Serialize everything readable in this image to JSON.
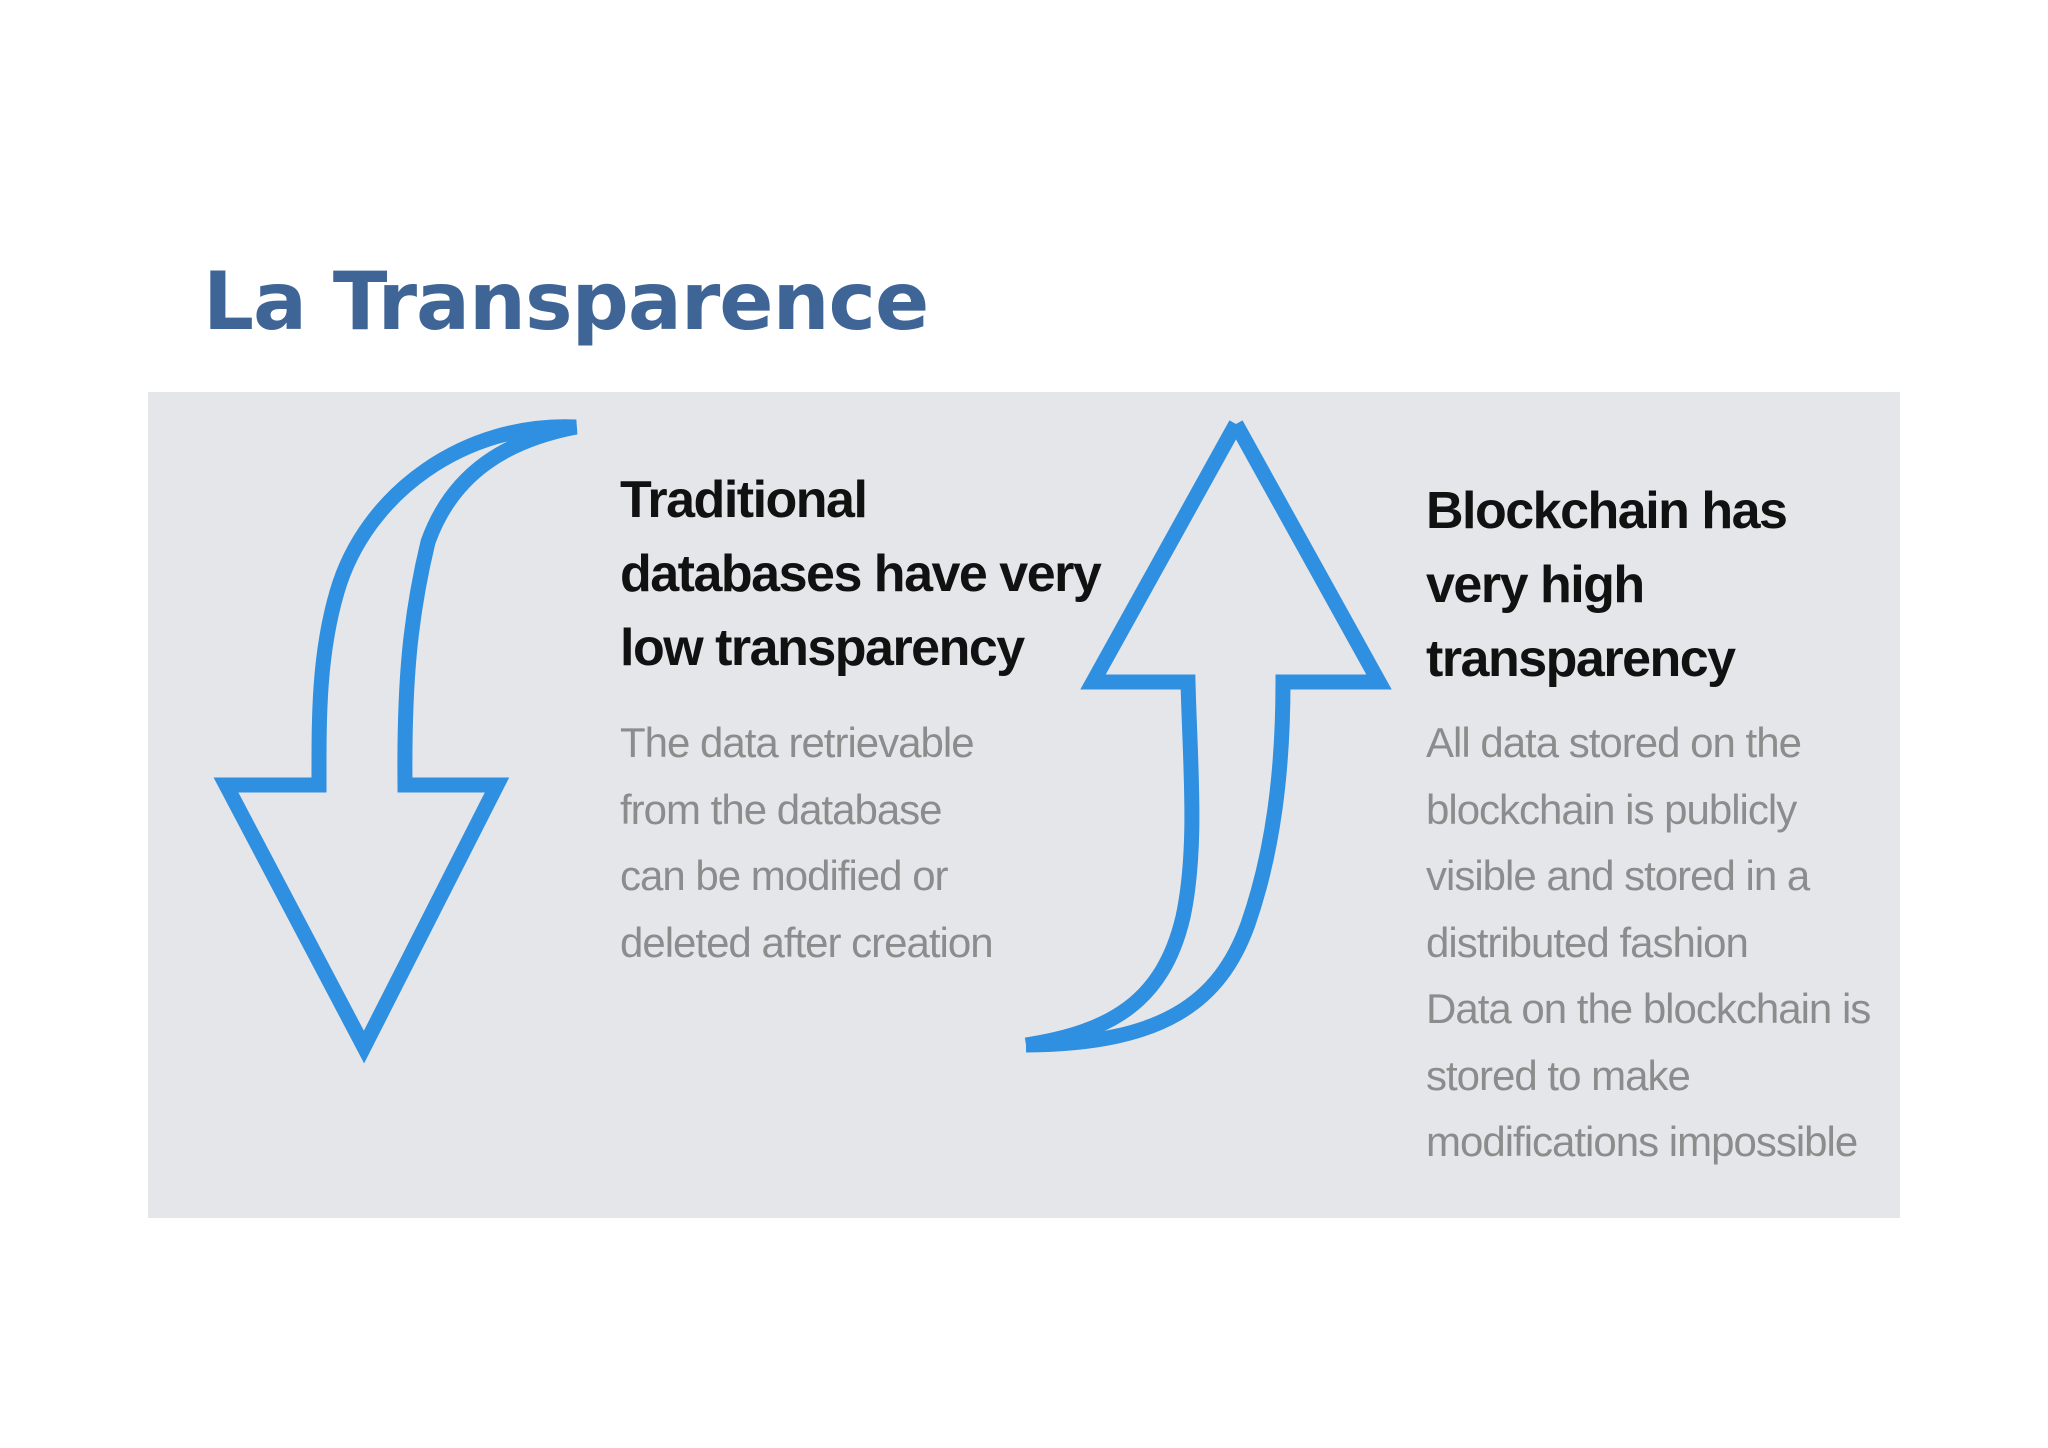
{
  "title": "La Transparence",
  "accent_color": "#2f8fe0",
  "title_color": "#3f6597",
  "traditional": {
    "heading": [
      "Traditional",
      "databases have very",
      "low transparency"
    ],
    "body": [
      "The data retrievable",
      "from the database",
      "can be modified or",
      "deleted after creation"
    ],
    "arrow_icon": "curved-arrow-down-icon"
  },
  "blockchain": {
    "heading": [
      "Blockchain has",
      "very high",
      "transparency"
    ],
    "body": [
      "All data stored on the",
      "blockchain is publicly",
      "visible and stored in a",
      "distributed fashion",
      "Data on the blockchain is",
      "stored to make",
      "modifications impossible"
    ],
    "arrow_icon": "curved-arrow-up-icon"
  }
}
